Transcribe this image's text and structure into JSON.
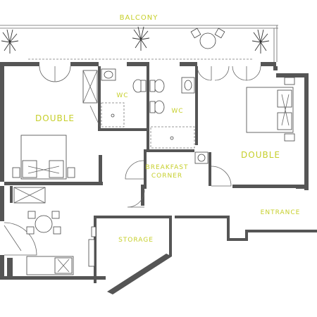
{
  "plan": {
    "labels": {
      "balcony": "BALCONY",
      "wc_left": "WC",
      "wc_right": "WC",
      "double_left": "DOUBLE",
      "double_right": "DOUBLE",
      "breakfast_line1": "BREAKFAST",
      "breakfast_line2": "CORNER",
      "entrance": "ENTRANCE",
      "storage": "STORAGE"
    },
    "colors": {
      "label": "#c6cf2a",
      "wall": "#555555",
      "background": "#ffffff"
    },
    "icons": [
      "plant-icon",
      "bed-icon",
      "table-icon",
      "toilet-icon",
      "sink-icon",
      "shower-icon",
      "door-swing-icon"
    ]
  }
}
